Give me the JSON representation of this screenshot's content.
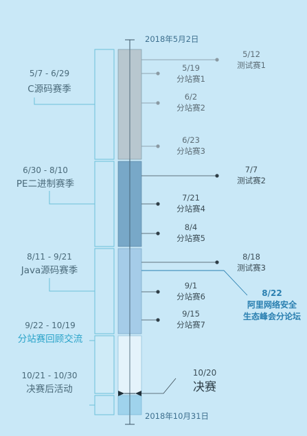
{
  "timeline": {
    "start_label": "2018年5月2日",
    "end_label": "2018年10月31日"
  },
  "phases": [
    {
      "date": "5/7 - 6/29",
      "name": "C源码赛季",
      "color": "#b8c7cf"
    },
    {
      "date": "6/30 - 8/10",
      "name": "PE二进制赛季",
      "color": "#78a8c8"
    },
    {
      "date": "8/11 - 9/21",
      "name": "Java源码赛季",
      "color": "#a5cce8"
    },
    {
      "date": "9/22 - 10/19",
      "name": "分站赛回顾交流",
      "color": "#e4f3fb"
    },
    {
      "date": "10/21 - 10/30",
      "name": "决赛后活动",
      "color": "#9fd3ec"
    }
  ],
  "events": [
    {
      "date": "5/12",
      "name": "测试赛1"
    },
    {
      "date": "5/19",
      "name": "分站赛1"
    },
    {
      "date": "6/2",
      "name": "分站赛2"
    },
    {
      "date": "6/23",
      "name": "分站赛3"
    },
    {
      "date": "7/7",
      "name": "测试赛2"
    },
    {
      "date": "7/21",
      "name": "分站赛4"
    },
    {
      "date": "8/4",
      "name": "分站赛5"
    },
    {
      "date": "8/18",
      "name": "测试赛3"
    },
    {
      "date": "9/1",
      "name": "分站赛6"
    },
    {
      "date": "9/15",
      "name": "分站赛7"
    }
  ],
  "highlight": {
    "date": "8/22",
    "line1": "阿里网络安全",
    "line2": "生态峰会分论坛"
  },
  "final": {
    "date": "10/20",
    "name": "决赛"
  }
}
